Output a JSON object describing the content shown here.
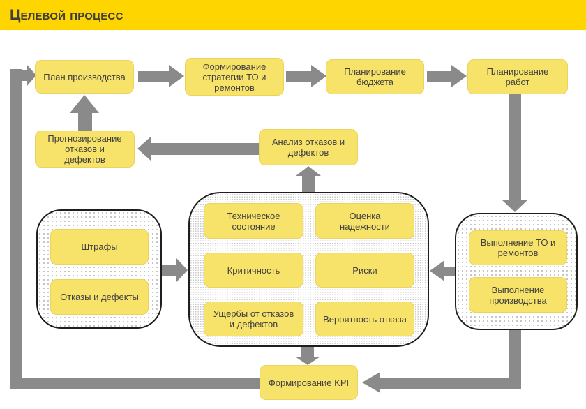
{
  "header": {
    "title": "Целевой процесс"
  },
  "colors": {
    "header_bg": "#FFD500",
    "node_fill": "#F8E36A",
    "arrow_gray": "#8A8A8A",
    "group_border": "#1E1E1E",
    "text": "#404040"
  },
  "diagram": {
    "type": "flowchart",
    "nodes": {
      "plan": "План производства",
      "strategy": "Формирование\nстратегии ТО и\nремонтов",
      "budget": "Планирование\nбюджета",
      "works": "Планирование\nработ",
      "forecast": "Прогнозирование\nотказов и\nдефектов",
      "analysis": "Анализ отказов и\nдефектов",
      "tech_state": "Техническое\nсостояние",
      "reliability": "Оценка\nнадежности",
      "criticality": "Критичность",
      "risks": "Риски",
      "damages": "Ущербы от отказов\nи дефектов",
      "failure_prob": "Вероятность отказа",
      "fines": "Штрафы",
      "failures": "Отказы и дефекты",
      "maintenance_exec": "Выполнение ТО и\nремонтов",
      "production_exec": "Выполнение\nпроизводства",
      "kpi": "Формирование KPI"
    },
    "edges": [
      "plan -> strategy",
      "strategy -> budget",
      "budget -> works",
      "works -> execution-group",
      "forecast -> plan",
      "analysis -> forecast",
      "analytics-group -> analysis",
      "inputs-group -> analytics-group",
      "execution-group -> analytics-group",
      "analytics-group -> kpi",
      "execution-group -> kpi",
      "kpi -> plan"
    ]
  }
}
